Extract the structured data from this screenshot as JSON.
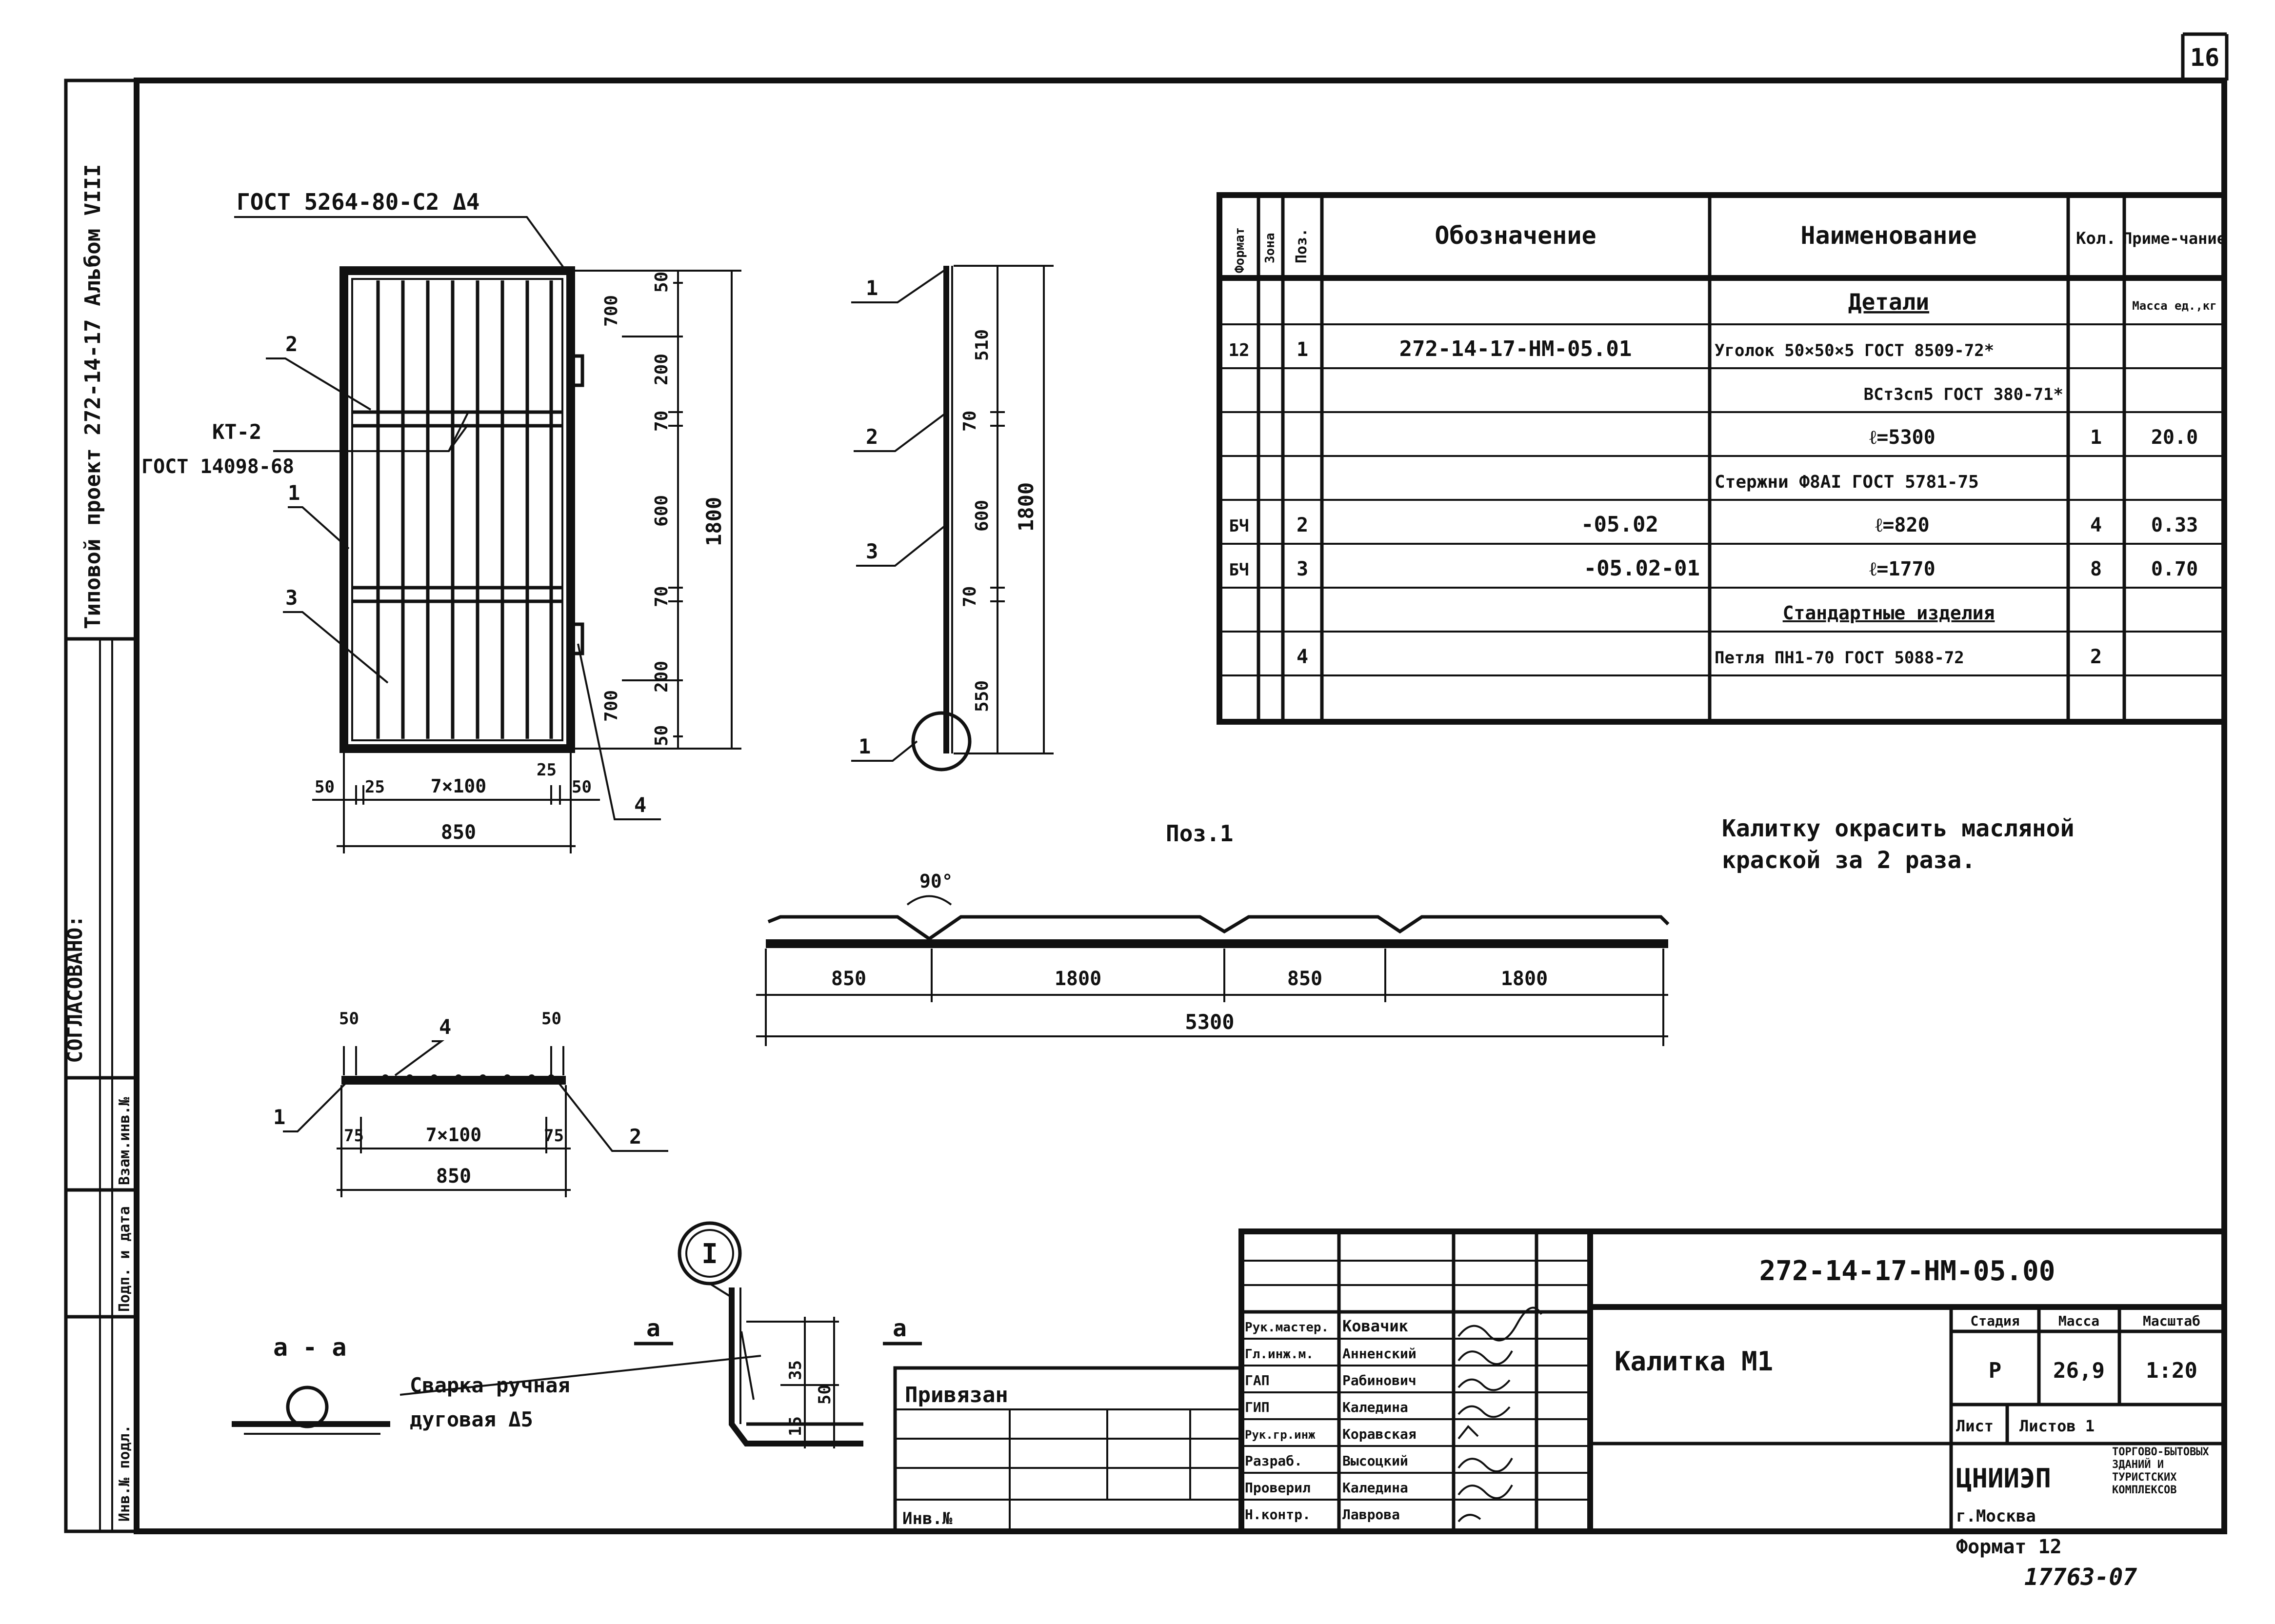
{
  "sheet": {
    "page_number": "16",
    "side_title": "Типовой проект 272-14-17 Альбом VIII",
    "side_approval": "СОГЛАСОВАНО:",
    "side_fields": [
      "Взам.инв.№",
      "Подп. и дата",
      "Инв.№ подл."
    ]
  },
  "gate_front": {
    "leader_top": "ГОСТ 5264-80-С2 Δ4",
    "kt_label": "КТ-2",
    "kt_standard": "ГОСТ 14098-68",
    "pos_1": "1",
    "pos_2": "2",
    "pos_3": "3",
    "pos_4": "4",
    "dim_top_1": "50",
    "dim_top_2": "200",
    "dim_top_3": "700",
    "dim_mid_1": "70",
    "dim_mid_2": "600",
    "dim_mid_3": "70",
    "dim_bot_1": "700",
    "dim_bot_2": "200",
    "dim_bot_3": "50",
    "dim_height": "1800",
    "dim_b_1": "50",
    "dim_b_2": "25",
    "dim_b_3": "7×100",
    "dim_b_4": "25",
    "dim_b_5": "50",
    "dim_width": "850"
  },
  "gate_side": {
    "pos_1": "1",
    "pos_2": "2",
    "pos_3": "3",
    "pos_4": "1",
    "dim_1": "510",
    "dim_2": "70",
    "dim_3": "600",
    "dim_4": "70",
    "dim_5": "550",
    "dim_total": "1800"
  },
  "plan": {
    "pos_1": "1",
    "pos_2": "2",
    "pos_4": "4",
    "dim_t1": "50",
    "dim_t2": "50",
    "dim_b1": "75",
    "dim_b2": "7×100",
    "dim_b3": "75",
    "dim_total": "850"
  },
  "unfold": {
    "title": "Поз.1",
    "angle": "90°",
    "segments": [
      "850",
      "1800",
      "850",
      "1800"
    ],
    "total": "5300"
  },
  "note": {
    "line1": "Калитку окрасить масляной",
    "line2": "краской за 2 раза."
  },
  "detail": {
    "marker": "I",
    "section_label": "а - а",
    "section_mark_left": "а",
    "section_mark_right": "а",
    "weld_line1": "Сварка ручная",
    "weld_line2": "дуговая Δ5",
    "dim_1": "35",
    "dim_2": "50",
    "dim_3": "15"
  },
  "spec": {
    "headers": [
      "Формат",
      "Зона",
      "Поз.",
      "Обозначение",
      "Наименование",
      "Кол.",
      "Приме-чание"
    ],
    "rows": [
      {
        "format": "",
        "zone": "",
        "pos": "",
        "designation": "",
        "name": "Детали",
        "qty": "",
        "note": "Масса ед.,кг"
      },
      {
        "format": "12",
        "zone": "",
        "pos": "1",
        "designation": "272-14-17-НМ-05.01",
        "name": "Уголок 50×50×5 ГОСТ 8509-72*",
        "qty": "",
        "note": ""
      },
      {
        "format": "",
        "zone": "",
        "pos": "",
        "designation": "",
        "name": "ВСт3сп5 ГОСТ 380-71*",
        "qty": "",
        "note": ""
      },
      {
        "format": "",
        "zone": "",
        "pos": "",
        "designation": "",
        "name": "ℓ=5300",
        "qty": "1",
        "note": "20.0"
      },
      {
        "format": "",
        "zone": "",
        "pos": "",
        "designation": "",
        "name": "Стержни Ф8АI ГОСТ 5781-75",
        "qty": "",
        "note": ""
      },
      {
        "format": "БЧ",
        "zone": "",
        "pos": "2",
        "designation": "-05.02",
        "name": "ℓ=820",
        "qty": "4",
        "note": "0.33"
      },
      {
        "format": "БЧ",
        "zone": "",
        "pos": "3",
        "designation": "-05.02-01",
        "name": "ℓ=1770",
        "qty": "8",
        "note": "0.70"
      },
      {
        "format": "",
        "zone": "",
        "pos": "",
        "designation": "",
        "name": "Стандартные изделия",
        "qty": "",
        "note": ""
      },
      {
        "format": "",
        "zone": "",
        "pos": "4",
        "designation": "",
        "name": "Петля ПН1-70 ГОСТ 5088-72",
        "qty": "2",
        "note": ""
      },
      {
        "format": "",
        "zone": "",
        "pos": "",
        "designation": "",
        "name": "",
        "qty": "",
        "note": ""
      }
    ]
  },
  "stamp": {
    "doc_code": "272-14-17-НМ-05.00",
    "title": "Калитка М1",
    "col_stage": "Стадия",
    "col_mass": "Масса",
    "col_scale": "Масштаб",
    "stage": "Р",
    "mass": "26,9",
    "scale": "1:20",
    "sheet_label": "Лист",
    "sheets_label": "Листов 1",
    "org": "ЦНИИЭП",
    "city": "г.Москва",
    "org_desc": "торгово-бытовых зданий и туристских комплексов",
    "roles": [
      "Рук.мастер.",
      "Гл.инж.м.",
      "ГАП",
      "ГИП",
      "Рук.гр.инж",
      "Разраб.",
      "Проверил",
      "Н.контр."
    ],
    "names": [
      "Ковачик",
      "Анненский",
      "Рабинович",
      "Каледина",
      "Коравская",
      "Высоцкий",
      "Каледина",
      "Лаврова"
    ],
    "privyazan": "Привязан",
    "inv_no": "Инв.№",
    "format": "Формат 12",
    "archive_no": "17763-07"
  }
}
